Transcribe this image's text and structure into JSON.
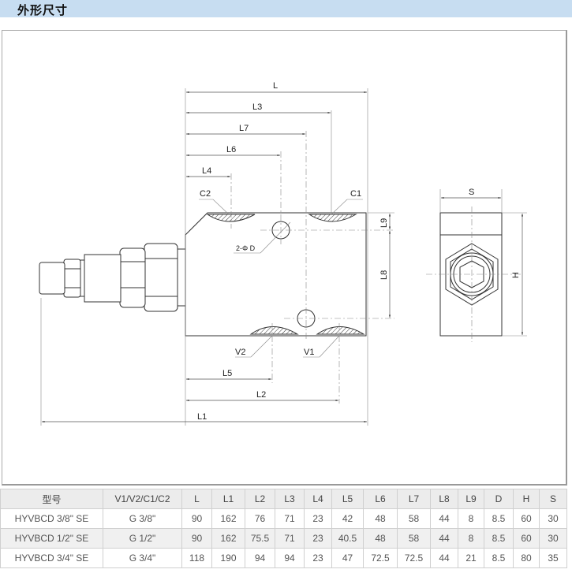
{
  "section_title": "外形尺寸",
  "drawing": {
    "labels": {
      "L": "L",
      "L1": "L1",
      "L2": "L2",
      "L3": "L3",
      "L4": "L4",
      "L5": "L5",
      "L6": "L6",
      "L7": "L7",
      "L8": "L8",
      "L9": "L9",
      "C1": "C1",
      "C2": "C2",
      "V1": "V1",
      "V2": "V2",
      "hole": "2-Φ D",
      "S": "S",
      "H": "H"
    }
  },
  "table": {
    "headers": [
      "型号",
      "V1/V2/C1/C2",
      "L",
      "L1",
      "L2",
      "L3",
      "L4",
      "L5",
      "L6",
      "L7",
      "L8",
      "L9",
      "D",
      "H",
      "S"
    ],
    "rows": [
      [
        "HYVBCD 3/8\" SE",
        "G 3/8\"",
        "90",
        "162",
        "76",
        "71",
        "23",
        "42",
        "48",
        "58",
        "44",
        "8",
        "8.5",
        "60",
        "30"
      ],
      [
        "HYVBCD 1/2\" SE",
        "G 1/2\"",
        "90",
        "162",
        "75.5",
        "71",
        "23",
        "40.5",
        "48",
        "58",
        "44",
        "8",
        "8.5",
        "60",
        "30"
      ],
      [
        "HYVBCD 3/4\" SE",
        "G 3/4\"",
        "118",
        "190",
        "94",
        "94",
        "23",
        "47",
        "72.5",
        "72.5",
        "44",
        "21",
        "8.5",
        "80",
        "35"
      ]
    ]
  }
}
